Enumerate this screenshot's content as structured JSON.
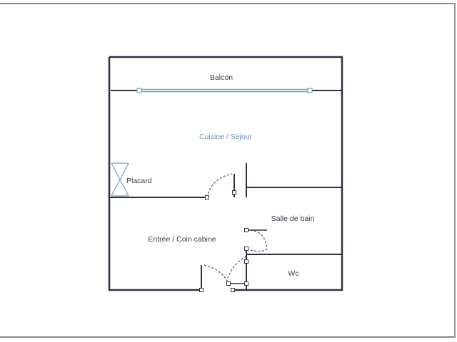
{
  "rooms": {
    "balcon": "Balcon",
    "cuisine_sejour": "Cuisine / Sejour",
    "placard": "Placard",
    "salle_de_bain": "Salle de bain",
    "entree": "Entrée / Coin cabine",
    "wc": "Wc"
  },
  "colors": {
    "wall": "#2c3140",
    "window": "#6fa3c6",
    "door": "#3a3f4c",
    "label": "#3a3a48",
    "label_accent": "#6d8fb4"
  }
}
